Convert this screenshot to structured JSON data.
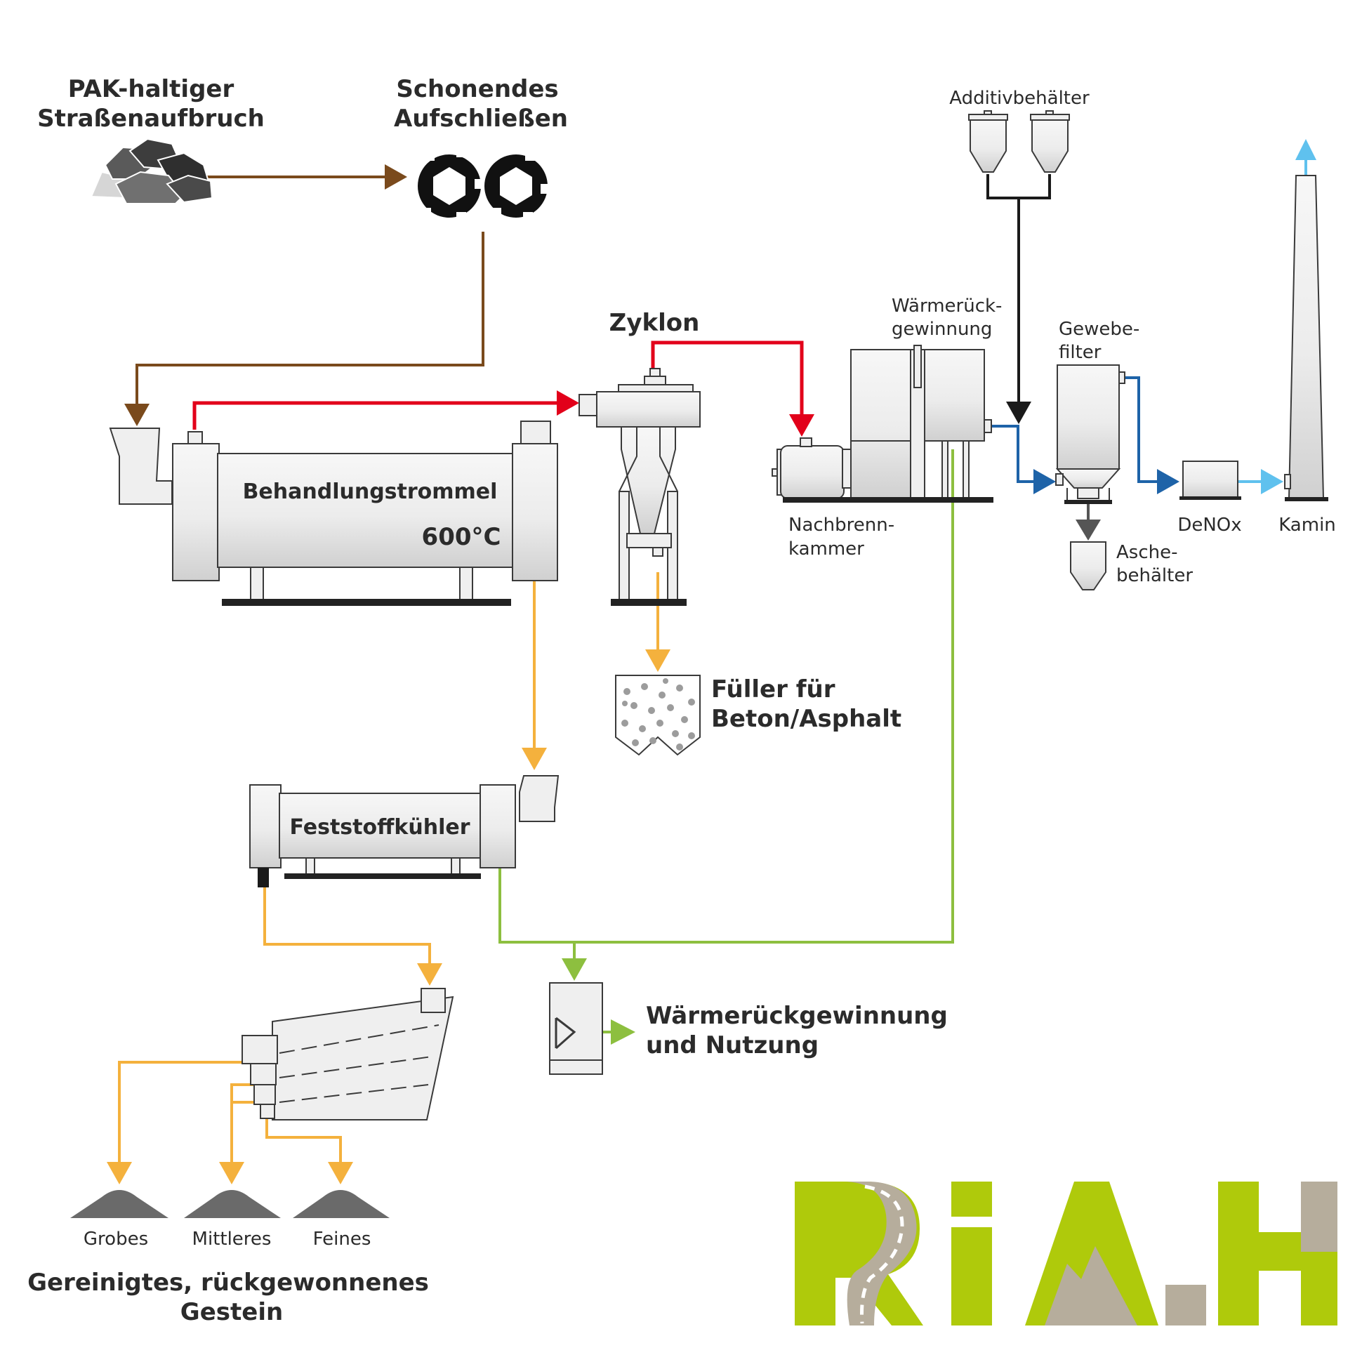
{
  "labels": {
    "pak_line1": "PAK-haltiger",
    "pak_line2": "Straßenaufbruch",
    "crush_line1": "Schonendes",
    "crush_line2": "Aufschließen",
    "zyklon": "Zyklon",
    "drum": "Behandlungstrommel",
    "temp": "600°C",
    "filler_line1": "Füller für",
    "filler_line2": "Beton/Asphalt",
    "cooler": "Feststoffkühler",
    "heat_use_line1": "Wärmerückgewinnung",
    "heat_use_line2": "und Nutzung",
    "additive": "Additivbehälter",
    "heat_rec_line1": "Wärmerück-",
    "heat_rec_line2": "gewinnung",
    "fabric_line1": "Gewebe-",
    "fabric_line2": "filter",
    "afterburn_line1": "Nachbrenn-",
    "afterburn_line2": "kammer",
    "ash_line1": "Asche-",
    "ash_line2": "behälter",
    "denox": "DeNOx",
    "kamin": "Kamin",
    "coarse": "Grobes",
    "medium": "Mittleres",
    "fine": "Feines",
    "result_line1": "Gereinigtes, rückgewonnenes",
    "result_line2": "Gestein"
  },
  "colors": {
    "material_flow": "#7a4a1c",
    "hot_gas": "#e2001a",
    "solids": "#f4b13d",
    "heat": "#8dbf3f",
    "flue_gas": "#1e63a8",
    "clean_gas": "#5fc1ee",
    "additive_ash": "#1a1a1a",
    "logo_green": "#afca0b",
    "logo_grey": "#b6ad9c"
  }
}
